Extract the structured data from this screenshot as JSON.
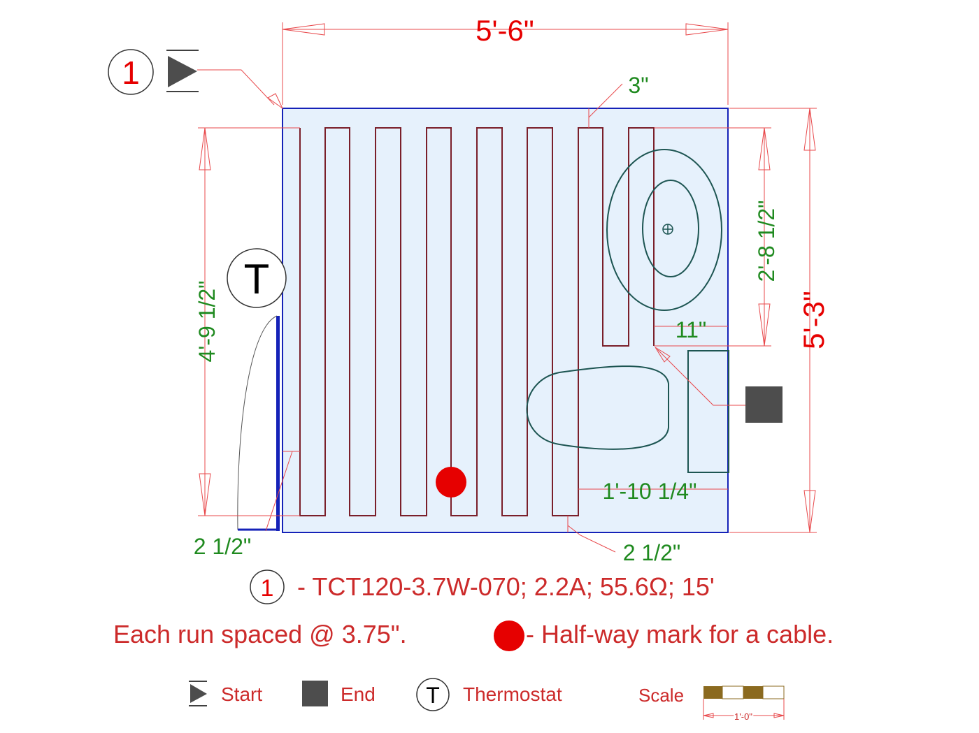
{
  "colors": {
    "dimension": "#e60000",
    "dimension_line": "#e8484b",
    "green_text": "#1f8a1f",
    "cable": "#7a1f2a",
    "room_fill": "#e6f1fc",
    "room_border": "#1522b8",
    "fixture": "#1d5552",
    "legend_text": "#cc2a2a",
    "end_square": "#4d4d4d",
    "scale_brown": "#8b6a1f"
  },
  "dimensions": {
    "width_overall": "5'-6\"",
    "height_overall": "5'-3\"",
    "cable_top_offset": "3\"",
    "tub_zone_height": "2'-8 1/2\"",
    "tub_zone_width": "11\"",
    "heated_height": "4'-9 1/2\"",
    "toilet_clearance": "1'-10 1/4\"",
    "bottom_offset": "2 1/2\"",
    "left_offset": "2 1/2\""
  },
  "markers": {
    "cable_number": "1",
    "thermostat": "T"
  },
  "legend": {
    "cable_number": "1",
    "cable_spec": "- TCT120-3.7W-070; 2.2A; 55.6Ω; 15'",
    "spacing_note": "Each run spaced @ 3.75\".",
    "halfway_note": "- Half-way mark for a cable.",
    "start_label": "Start",
    "end_label": "End",
    "thermostat_symbol": "T",
    "thermostat_label": "Thermostat",
    "scale_label": "Scale",
    "scale_value": "1'-0\""
  },
  "icons": [
    "start-triangle-icon",
    "end-square-icon",
    "thermostat-icon",
    "halfway-dot-icon",
    "drain-icon"
  ]
}
